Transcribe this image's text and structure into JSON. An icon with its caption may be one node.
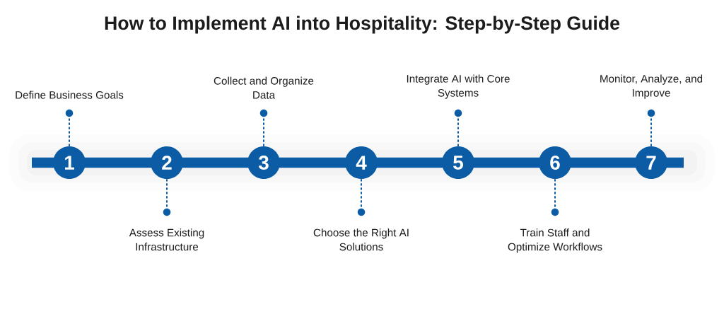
{
  "diagram": {
    "title": "How to Implement AI into Hospitality: Step-by-Step Guide",
    "nodes": [
      {
        "text": [
          "1"
        ]
      },
      {
        "text": [
          "2"
        ]
      },
      {
        "text": [
          "3"
        ]
      },
      {
        "text": [
          "4"
        ]
      },
      {
        "text": [
          "5"
        ]
      },
      {
        "text": [
          "6"
        ]
      },
      {
        "text": [
          "7"
        ]
      },
      {
        "text": [],
        "shape": "circle",
        "beside": [
          "Define Business Goals"
        ]
      },
      {
        "text": [],
        "shape": "circle",
        "beside": [
          "Assess Existing Infrastructure"
        ]
      },
      {
        "text": [],
        "shape": "circle",
        "beside": [
          "Collect and Organize Data"
        ]
      },
      {
        "text": [],
        "shape": "circle",
        "beside": [
          "Choose the Right AI Solutions"
        ]
      },
      {
        "text": [],
        "shape": "circle",
        "beside": [
          "Integrate AI with Core Systems"
        ]
      },
      {
        "text": [],
        "shape": "circle",
        "beside": [
          "Train Staff and Optimize Workflows"
        ]
      },
      {
        "text": [],
        "shape": "circle",
        "beside": [
          "Monitor, Analyze, and Improve"
        ]
      },
      {
        "text": [],
        "shape": "bar"
      }
    ],
    "edges": [
      {
        "from": 0,
        "to": 7,
        "arrow": "none",
        "style": "dashed"
      },
      {
        "from": 1,
        "to": 8,
        "arrow": "none",
        "style": "dashed"
      },
      {
        "from": 2,
        "to": 9,
        "arrow": "none",
        "style": "dashed"
      },
      {
        "from": 3,
        "to": 10,
        "arrow": "none",
        "style": "dashed"
      },
      {
        "from": 4,
        "to": 11,
        "arrow": "none",
        "style": "dashed"
      },
      {
        "from": 5,
        "to": 12,
        "arrow": "none",
        "style": "dashed"
      },
      {
        "from": 6,
        "to": 13,
        "arrow": "none",
        "style": "dashed"
      }
    ]
  }
}
